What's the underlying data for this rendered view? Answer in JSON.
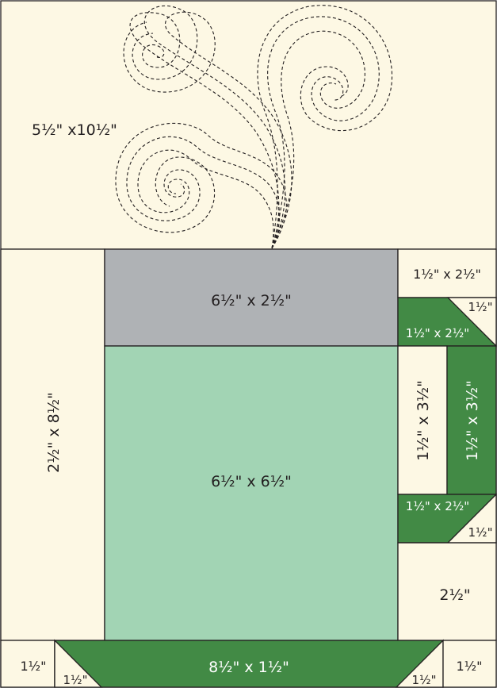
{
  "colors": {
    "background": "#fdf8e4",
    "cup": "#a2d4b4",
    "cup_top": "#afb2b5",
    "handle_and_saucer": "#428a45",
    "outline": "#231f20",
    "white_label": "#ffffff"
  },
  "pieces": {
    "steam_block": "5½\" x10½\"",
    "left_strip": "2½\" x 8½\"",
    "cup_top": "6½\" x 2½\"",
    "cup_body": "6½\" x 6½\"",
    "right_top": "1½\" x 2½\"",
    "handle_top_corner": "1½\"",
    "handle_top": "1½\" x 2½\"",
    "handle_inner": "1½\" x 3½\"",
    "handle_outer": "1½\" x 3½\"",
    "handle_bottom": "1½\" x 2½\"",
    "handle_bottom_corner": "1½\"",
    "right_bottom": "2½\"",
    "saucer": "8½\" x 1½\"",
    "bottom_left_square": "1½\"",
    "bottom_left_corner": "1½\"",
    "bottom_right_corner": "1½\"",
    "bottom_right_square": "1½\""
  }
}
